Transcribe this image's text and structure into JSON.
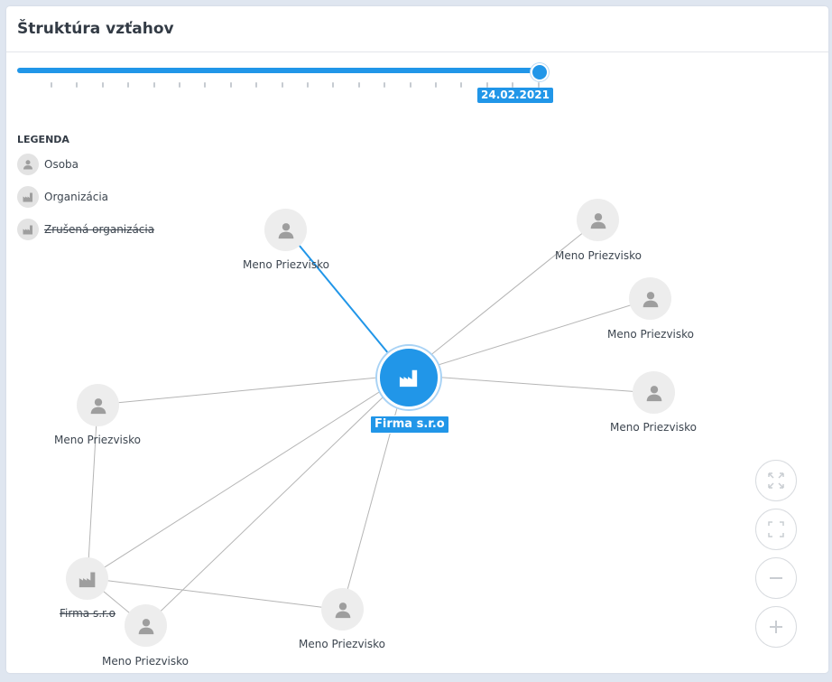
{
  "header": {
    "title": "Štruktúra vzťahov"
  },
  "timeline": {
    "date": "24.02.2021",
    "progress": 1.0
  },
  "legend": {
    "title": "LEGENDA",
    "items": [
      {
        "label": "Osoba",
        "icon": "person-icon",
        "struck": false
      },
      {
        "label": "Organizácia",
        "icon": "factory-icon",
        "struck": false
      },
      {
        "label": "Zrušená organizácia",
        "icon": "factory-icon",
        "struck": true
      }
    ]
  },
  "graph": {
    "central": {
      "label": "Firma s.r.o",
      "icon": "factory-icon",
      "color": "#2196e8"
    },
    "nodes": [
      {
        "label": "Meno Priezvisko",
        "type": "person",
        "highlighted": true
      },
      {
        "label": "Meno Priezvisko",
        "type": "person"
      },
      {
        "label": "Meno Priezvisko",
        "type": "person"
      },
      {
        "label": "Meno Priezvisko",
        "type": "person"
      },
      {
        "label": "Meno Priezvisko",
        "type": "person"
      },
      {
        "label": "Firma s.r.o",
        "type": "cancelled-organization"
      },
      {
        "label": "Meno Priezvisko",
        "type": "person"
      },
      {
        "label": "Meno Priezvisko",
        "type": "person"
      }
    ]
  },
  "controls": {
    "icons": [
      "expand-icon",
      "fullscreen-icon",
      "zoom-out-icon",
      "zoom-in-icon"
    ]
  },
  "colors": {
    "accent": "#2196e8",
    "edge": "#b5b5b5",
    "node": "#ededed",
    "icon": "#9e9e9e"
  }
}
